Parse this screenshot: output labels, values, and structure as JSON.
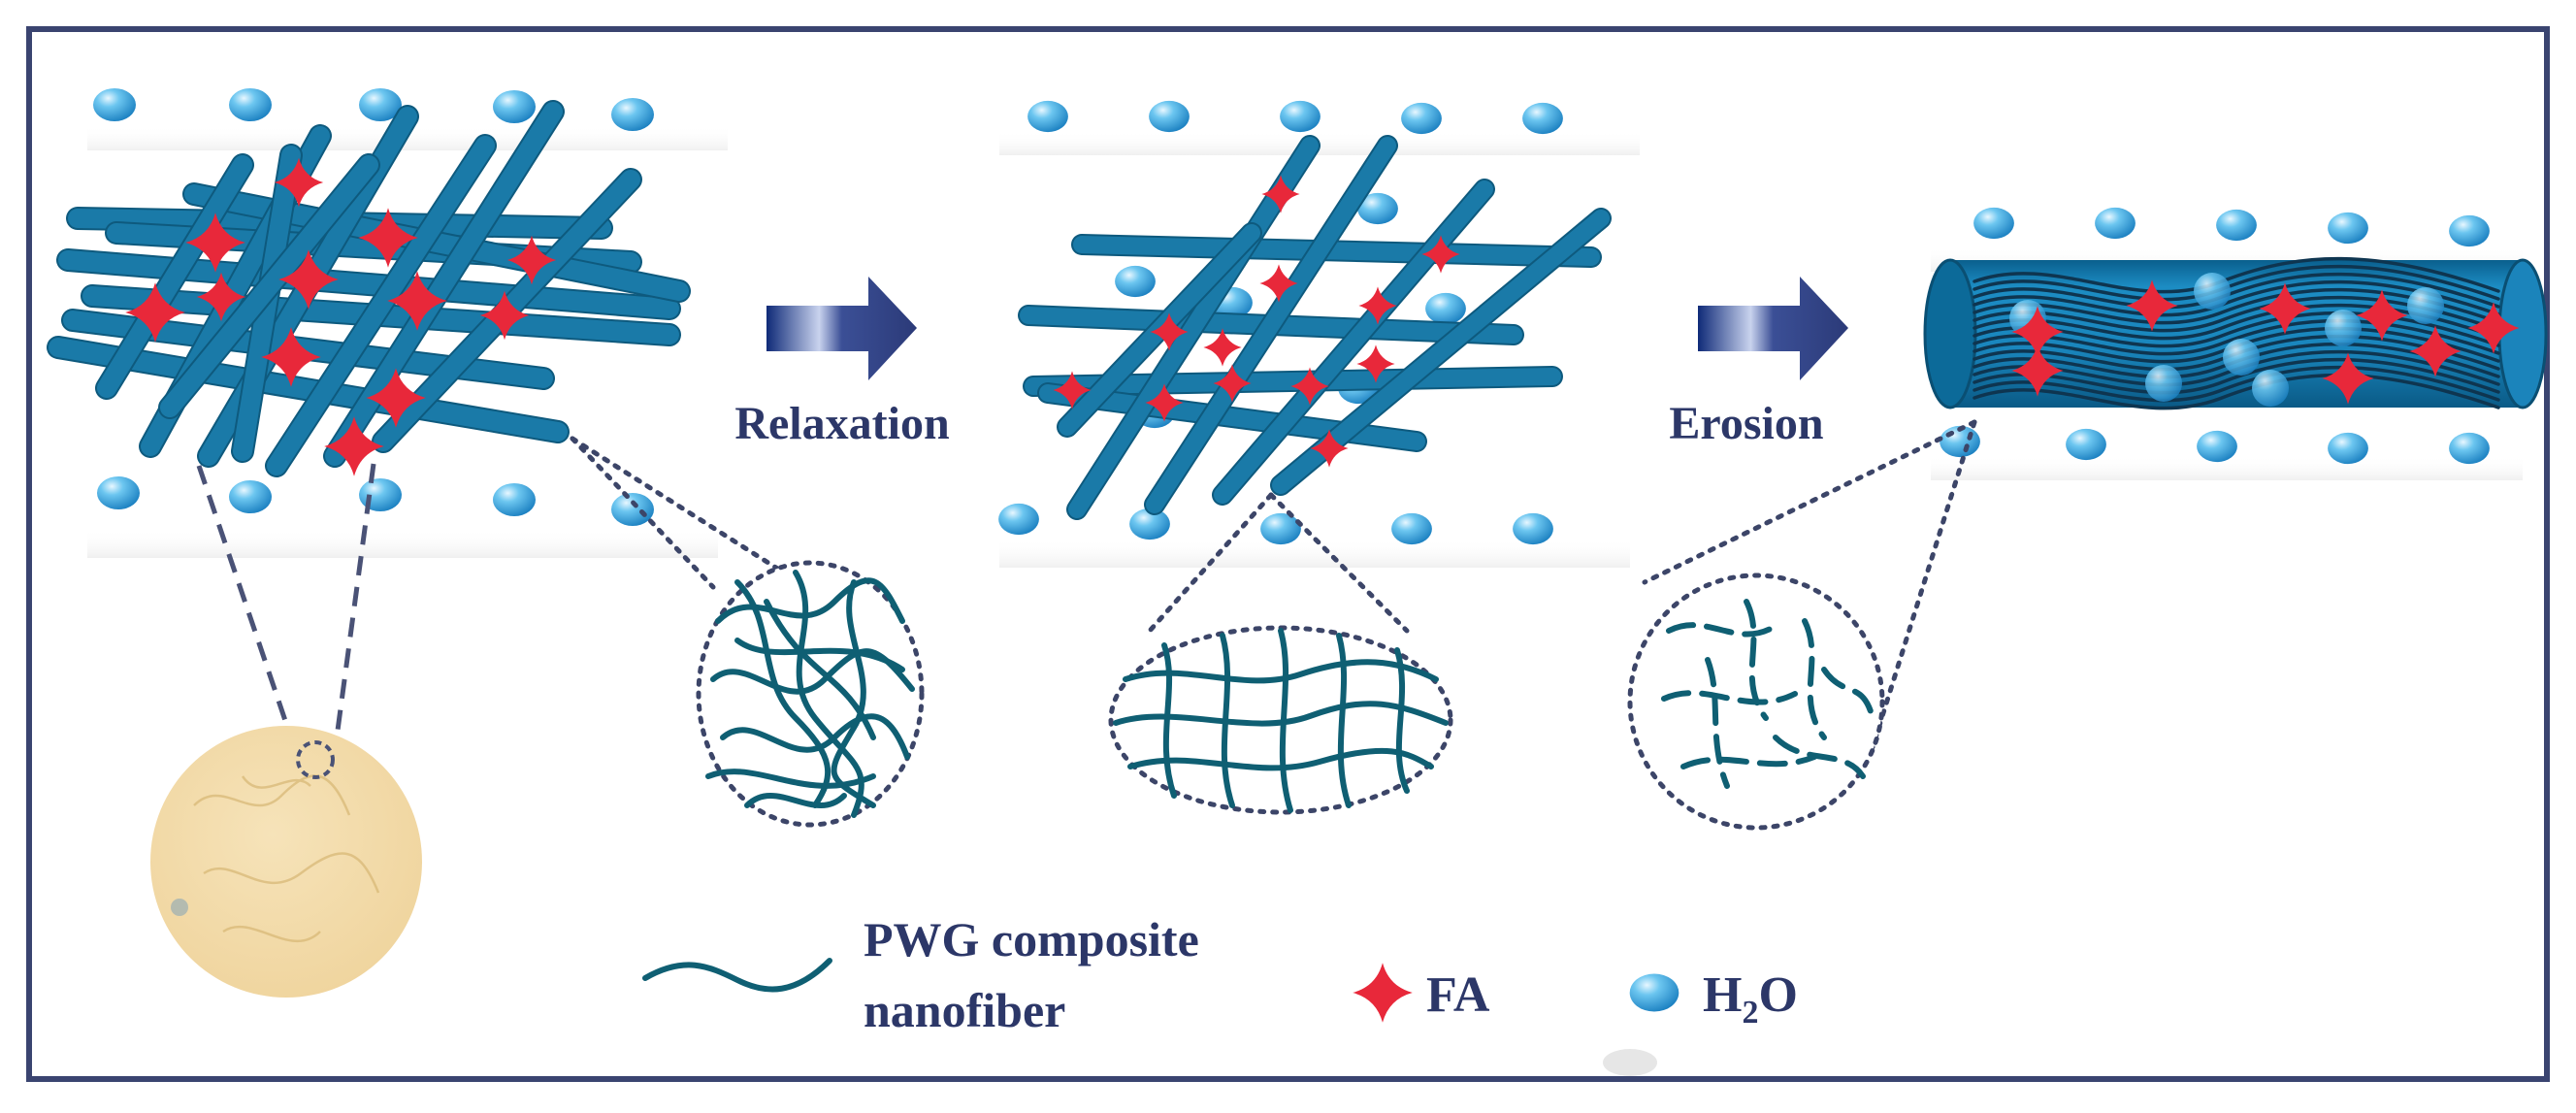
{
  "labels": {
    "step1": "Relaxation",
    "step2": "Erosion"
  },
  "legend": {
    "fiber_line1": "PWG composite",
    "fiber_line2": "nanofiber",
    "drug": "FA",
    "water_base": "H",
    "water_sub": "2",
    "water_tail": "O"
  },
  "icons": {
    "drug": "red-star-icon",
    "water": "water-droplet-icon",
    "arrow": "right-arrow-icon"
  },
  "colors": {
    "frame": "#3a4470",
    "fiber": "#1a7aa8",
    "fiber_dark": "#0e5a7e",
    "strand": "#0f5f73",
    "star": "#e8283a",
    "droplet": "#2e9fd6",
    "arrow": "#2b3a78",
    "text": "#2c3768",
    "film": "#f1d8a4"
  }
}
